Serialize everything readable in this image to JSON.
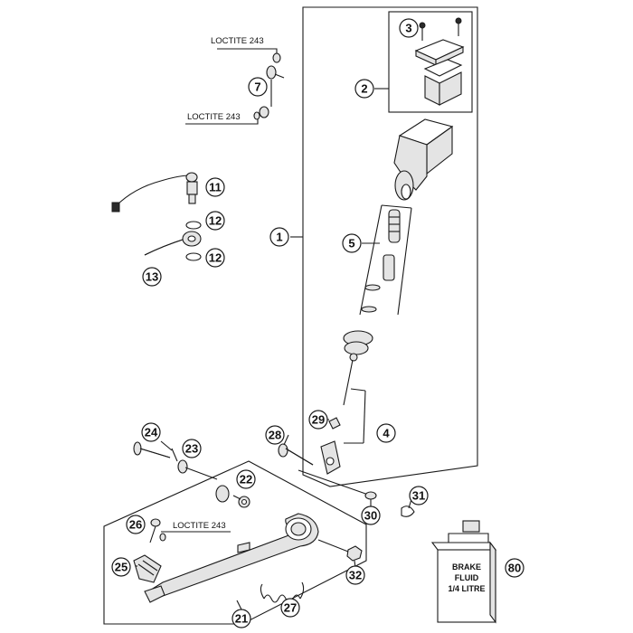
{
  "callouts": {
    "c1": "1",
    "c2": "2",
    "c3": "3",
    "c4": "4",
    "c5": "5",
    "c7": "7",
    "c11": "11",
    "c12a": "12",
    "c12b": "12",
    "c13": "13",
    "c21": "21",
    "c22": "22",
    "c23": "23",
    "c24": "24",
    "c25": "25",
    "c26": "26",
    "c27": "27",
    "c28": "28",
    "c29": "29",
    "c30": "30",
    "c31": "31",
    "c32": "32",
    "c80": "80"
  },
  "loctite_labels": {
    "top": "LOCTITE 243",
    "middle": "LOCTITE 243",
    "pedal": "LOCTITE 243"
  },
  "brake_fluid_label": [
    "BRAKE",
    "FLUID",
    "1/4 LITRE"
  ]
}
